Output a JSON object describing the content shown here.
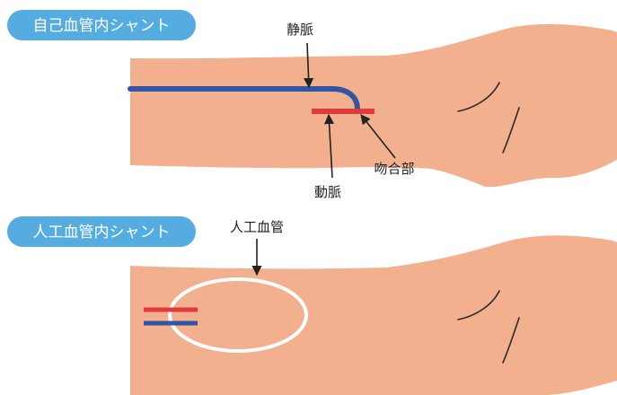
{
  "colors": {
    "skin": "#f2b08e",
    "skin_line": "#2a2a2a",
    "pill": "#55ace0",
    "vein": "#2f55a4",
    "artery": "#e23a3a",
    "graft": "#ffffff",
    "arrow": "#222222"
  },
  "sections": {
    "top": {
      "title": "自己血管内シャント",
      "labels": {
        "vein": "静脈",
        "artery": "動脈",
        "anastomosis": "吻合部"
      }
    },
    "bottom": {
      "title": "人工血管内シャント",
      "labels": {
        "graft": "人工血管"
      }
    }
  }
}
